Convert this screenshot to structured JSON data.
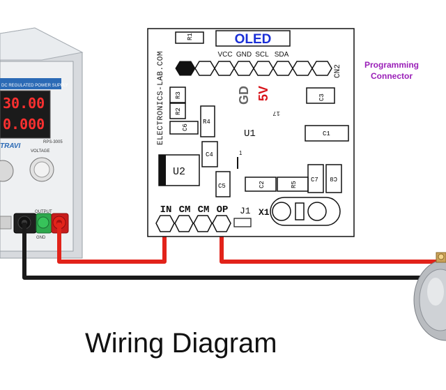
{
  "title": "Wiring Diagram",
  "board": {
    "oled_label": "OLED",
    "brand_text": "ELECTRONICS-LAB.COM",
    "header_pins": [
      "VCC",
      "GND",
      "SCL",
      "SDA"
    ],
    "cn2_label": "CN2",
    "gd_label": "GD",
    "five_v_label": "5V",
    "u1_label": "U1",
    "u2_label": "U2",
    "j1_label": "J1",
    "x1_label": "X1",
    "pin_one_label": "1",
    "mirror_label": "17",
    "components": [
      "R1",
      "R2",
      "R3",
      "R4",
      "R5",
      "C1",
      "C2",
      "C3",
      "C4",
      "C5",
      "C6",
      "C7",
      "C8"
    ],
    "bottom_pins": [
      "IN",
      "CM",
      "CM",
      "OP"
    ]
  },
  "annotation": {
    "line1": "Programming",
    "line2": "Connector",
    "color": "#9a1fb8"
  },
  "power_supply": {
    "display_top": "30.00",
    "display_bottom": "0.000",
    "header_text": "DC REGULATED POWER SUPPLY",
    "model": "RPS-3005",
    "brand": "TRAVI",
    "voltage_label": "VOLTAGE",
    "output_label": "OUTPUT",
    "gnd_label": "GND"
  },
  "colors": {
    "wire_red": "#e2231a",
    "wire_black": "#1a1a1a",
    "display_red": "#ff3030",
    "accent_red": "#d8141a",
    "oled_blue": "#1a2fd6"
  }
}
